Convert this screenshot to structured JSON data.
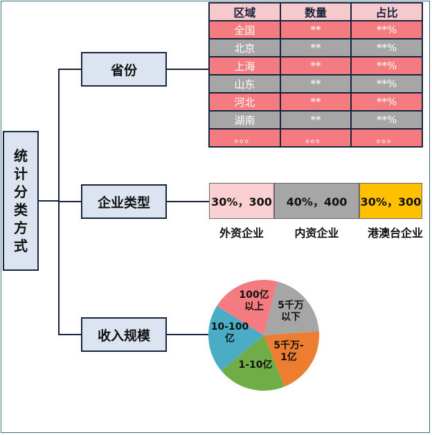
{
  "root": {
    "chars": [
      "统",
      "计",
      "分",
      "类",
      "方",
      "式"
    ],
    "label": "统计分类方式"
  },
  "branches": [
    {
      "label": "省份"
    },
    {
      "label": "企业类型"
    },
    {
      "label": "收入规模"
    }
  ],
  "province_table": {
    "headers": [
      "区域",
      "数量",
      "占比"
    ],
    "rows": [
      {
        "region": "全国",
        "count": "**",
        "share": "**%",
        "color": "#f47c80"
      },
      {
        "region": "北京",
        "count": "**",
        "share": "**%",
        "color": "#a6a6a6"
      },
      {
        "region": "上海",
        "count": "**",
        "share": "**%",
        "color": "#f47c80"
      },
      {
        "region": "山东",
        "count": "**",
        "share": "**%",
        "color": "#a6a6a6"
      },
      {
        "region": "河北",
        "count": "**",
        "share": "**%",
        "color": "#f47c80"
      },
      {
        "region": "湖南",
        "count": "**",
        "share": "**%",
        "color": "#a6a6a6"
      },
      {
        "region": "。。。",
        "count": "。。。",
        "share": "。。。",
        "color": "#f47c80"
      }
    ]
  },
  "enterprise_types": [
    {
      "value": "30%，300",
      "label": "外资企业",
      "color": "#fbd0d2"
    },
    {
      "value": "40%，400",
      "label": "内资企业",
      "color": "#a6a6a6"
    },
    {
      "value": "30%，300",
      "label": "港澳台企业",
      "color": "#ffc000"
    }
  ],
  "chart_data": {
    "type": "pie",
    "title": "收入规模",
    "categories": [
      "5千万以下",
      "5千万-1亿",
      "1-10亿",
      "10-100亿",
      "100亿以上"
    ],
    "values": [
      20,
      20,
      20,
      20,
      20
    ],
    "colors": [
      "#a6a6a6",
      "#ed7d31",
      "#70ad47",
      "#4bacc6",
      "#f47c80"
    ],
    "label_lines": [
      [
        "5千万",
        "以下"
      ],
      [
        "5千万-",
        "1亿"
      ],
      [
        "1-10亿"
      ],
      [
        "10-100",
        "亿"
      ],
      [
        "100亿",
        "以上"
      ]
    ]
  }
}
